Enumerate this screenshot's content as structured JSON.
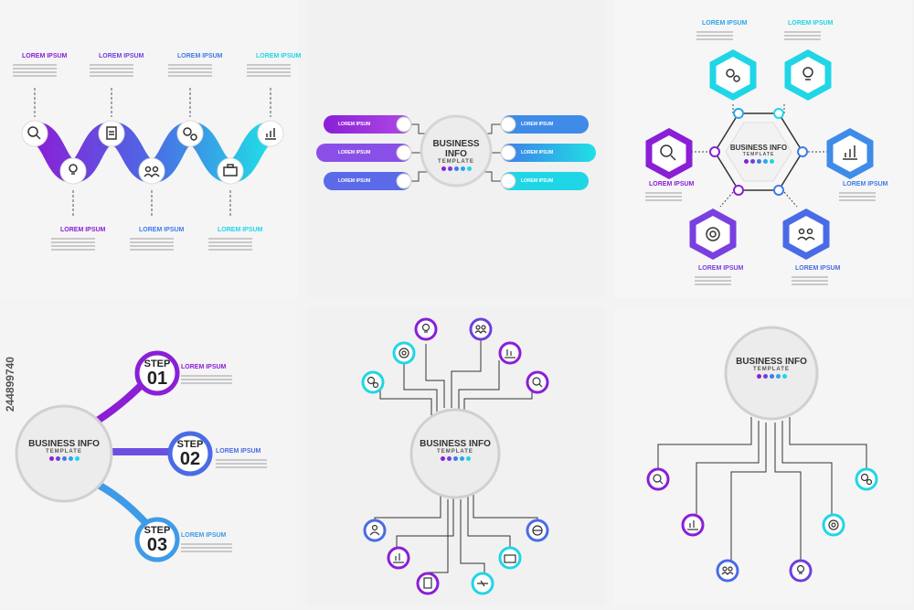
{
  "colors": {
    "purple": "#8a1fd6",
    "blue": "#3f7be8",
    "cyan": "#1fd6e6",
    "grey": "#bdbdbd"
  },
  "common": {
    "lorem": "LOREM IPSUM",
    "business": "BUSINESS INFO",
    "template": "TEMPLATE",
    "step_word": "STEP"
  },
  "panel4": {
    "steps": [
      "01",
      "02",
      "03"
    ]
  },
  "watermark": "244899740",
  "icons": [
    "magnifier-icon",
    "lightbulb-icon",
    "clipboard-icon",
    "people-icon",
    "gears-icon",
    "briefcase-icon",
    "bar-chart-icon",
    "target-icon",
    "user-icon",
    "globe-icon",
    "handshake-icon"
  ]
}
